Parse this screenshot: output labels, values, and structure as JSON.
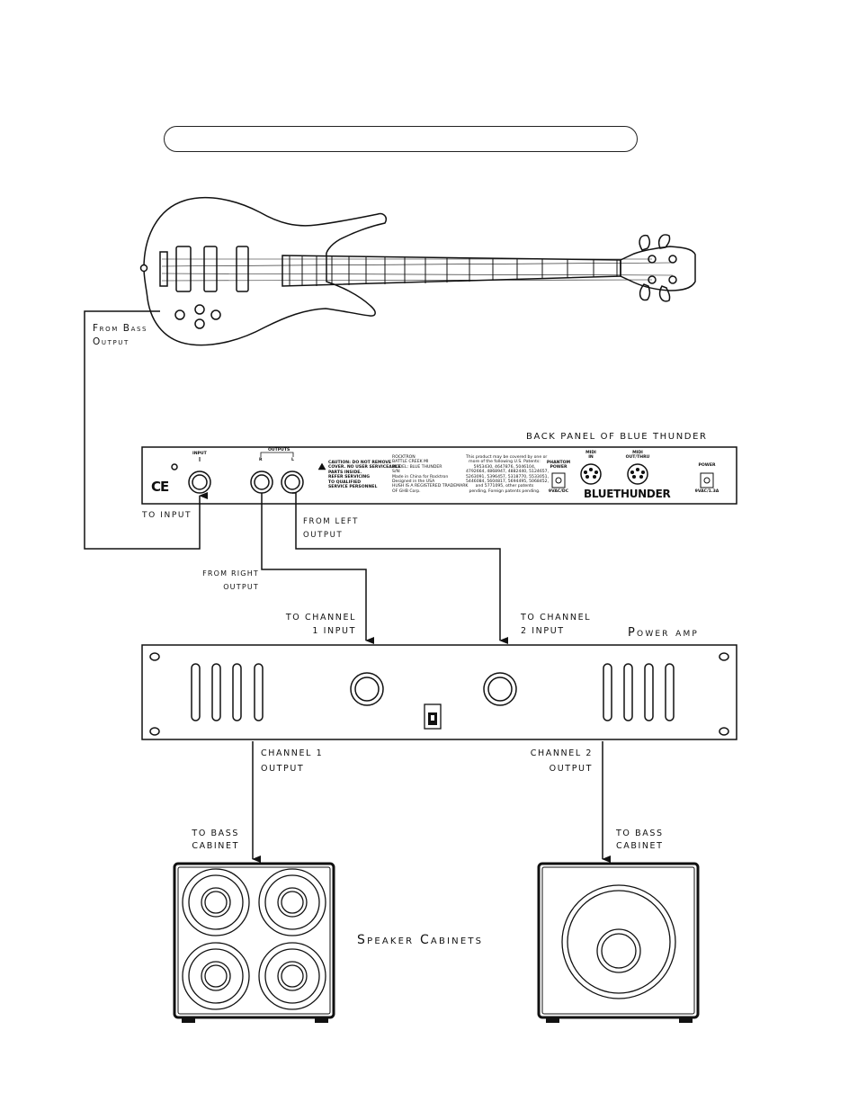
{
  "title_bar": {
    "text": ""
  },
  "guitar": {
    "output_label": [
      "From Bass",
      "Output"
    ]
  },
  "back_panel": {
    "heading": "back panel of blue thunder",
    "to_input": "to input",
    "from_left": [
      "from left",
      "output"
    ],
    "from_right": [
      "from right",
      "output"
    ],
    "input_label": "INPUT",
    "outputs_label": "OUTPUTS",
    "r_label": "R",
    "l_label": "L",
    "ce_mark": "CE",
    "caution_text": [
      "CAUTION: DO NOT REMOVE",
      "COVER. NO USER SERVICEABLE",
      "PARTS INSIDE.",
      "REFER SERVICING",
      "TO QUALIFIED",
      "SERVICE PERSONNEL"
    ],
    "company_text": [
      "ROCKTRON",
      "BATTLE CREEK MI",
      "MODEL: BLUE THUNDER",
      "S/N:",
      "Made in China for Rocktron",
      "Designed in the USA",
      "HUSH IS A REGISTERED TRADEMARK",
      "OF GHB Corp."
    ],
    "patent_text": [
      "This product may be covered by one or",
      "more of the following U.S. Patents:",
      "5953430, 4647876, 5046104,",
      "4792664, 4868947, 4882440, 5124657,",
      "5263091, 5396457, 5318770, 5533051,",
      "5446084, 5604817, 5694495, 5068452,",
      "and 5771095, other patents",
      "pending, Foreign patents pending."
    ],
    "phantom_label": [
      "PHANTOM",
      "POWER"
    ],
    "phantom_spec": "9VAC/DC",
    "midi_in_label": [
      "MIDI",
      "IN"
    ],
    "midi_out_label": [
      "MIDI",
      "OUT/THRU"
    ],
    "power_label": "POWER",
    "power_spec": "9VAC/1.3A",
    "brand": "BLUETHUNDER"
  },
  "power_amp": {
    "heading": "Power amp",
    "to_channel_1": [
      "to channel",
      "1 input"
    ],
    "to_channel_2": [
      "to channel",
      "2 input"
    ],
    "channel_1_output": [
      "channel 1",
      "output"
    ],
    "channel_2_output": [
      "channel 2",
      "output"
    ]
  },
  "cabinets": {
    "heading": "Speaker Cabinets",
    "to_bass_cabinet_left": [
      "to bass",
      "cabinet"
    ],
    "to_bass_cabinet_right": [
      "to bass",
      "cabinet"
    ]
  },
  "colors": {
    "ink": "#111111",
    "paper": "#ffffff"
  }
}
